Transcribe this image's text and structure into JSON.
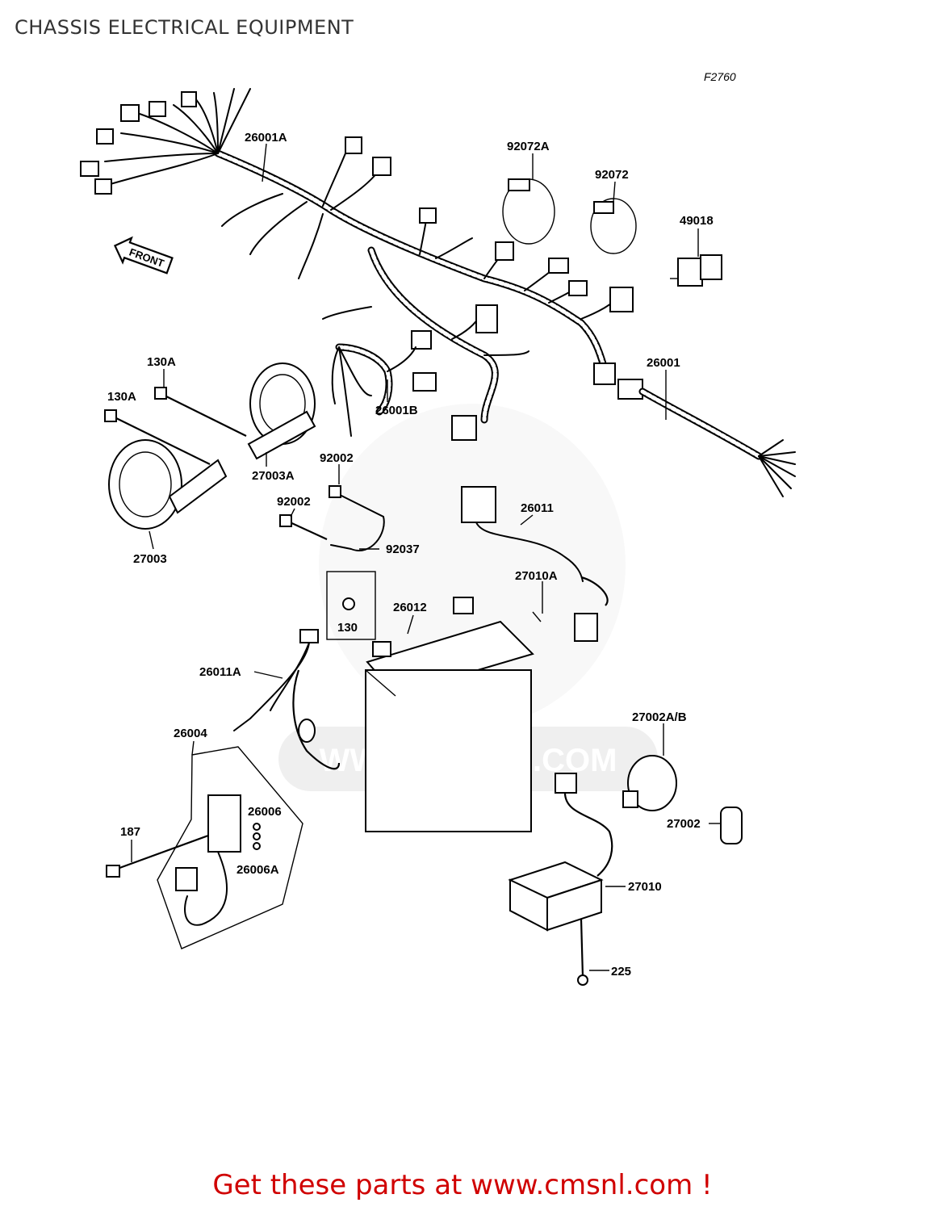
{
  "page": {
    "title": "CHASSIS ELECTRICAL EQUIPMENT",
    "figure_code": "F2760",
    "front_arrow_label": "FRONT",
    "footer": "Get these parts at www.cmsnl.com !",
    "watermark_text": "WWW.CMSNL.COM"
  },
  "parts": {
    "p26001A": "26001A",
    "p92072A": "92072A",
    "p92072": "92072",
    "p49018": "49018",
    "p26001": "26001",
    "p130A_top": "130A",
    "p130A": "130A",
    "p26001B": "26001B",
    "p27003A": "27003A",
    "p92002_top": "92002",
    "p26011": "26011",
    "p92002": "92002",
    "p92037": "92037",
    "p27003": "27003",
    "p27010A": "27010A",
    "p26012": "26012",
    "p130": "130",
    "p26011A": "26011A",
    "p27002AB": "27002A/B",
    "p26004": "26004",
    "p26006": "26006",
    "p187": "187",
    "p27002": "27002",
    "p26006A": "26006A",
    "p27010": "27010",
    "p225": "225"
  },
  "colors": {
    "title": "#333333",
    "footer": "#d00000",
    "line_art": "#000000",
    "watermark": "#cfcfcf"
  }
}
